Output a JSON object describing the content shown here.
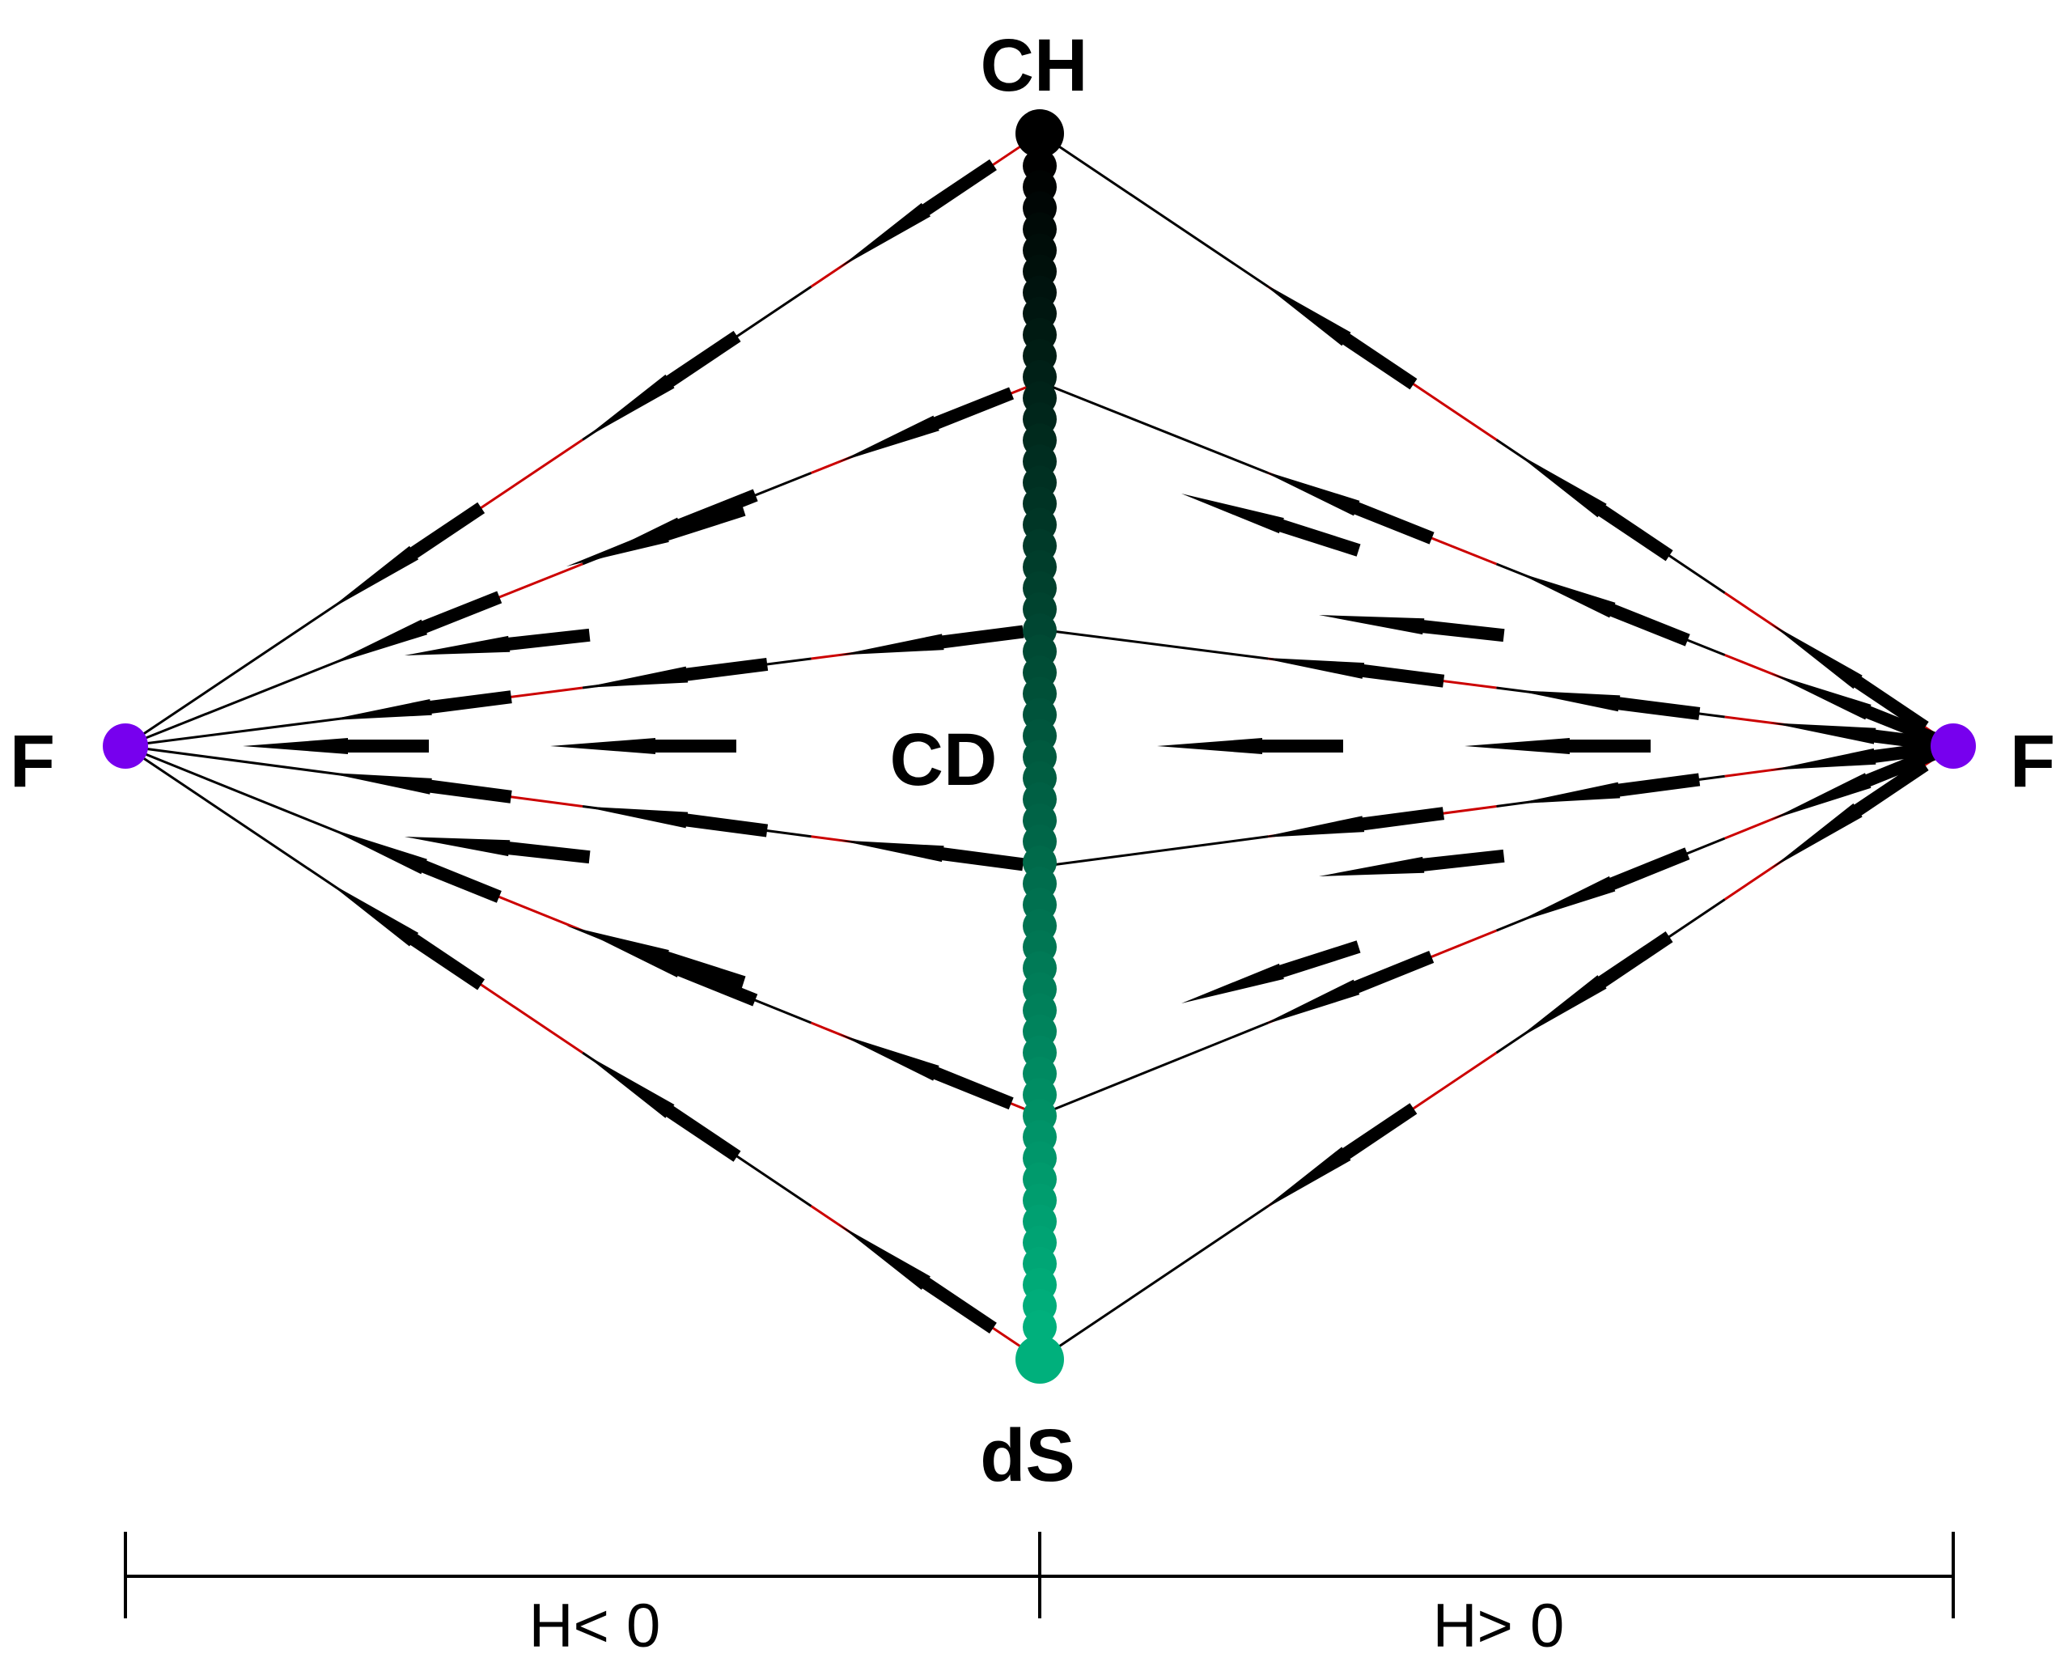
{
  "labels": {
    "top": "CH",
    "bottom": "dS",
    "center": "CD",
    "left": "F",
    "right": "F"
  },
  "axis": {
    "left_label": "H< 0",
    "right_label": "H> 0"
  },
  "colors": {
    "trajectory_black": "#000000",
    "trajectory_red": "#cc0000",
    "fixed_point_F": "#7700ee",
    "fixed_point_CH": "#000000",
    "fixed_point_dS": "#00b07c",
    "chain_gradient": [
      "#000000",
      "#00b07c"
    ],
    "arrow": "#000000"
  }
}
